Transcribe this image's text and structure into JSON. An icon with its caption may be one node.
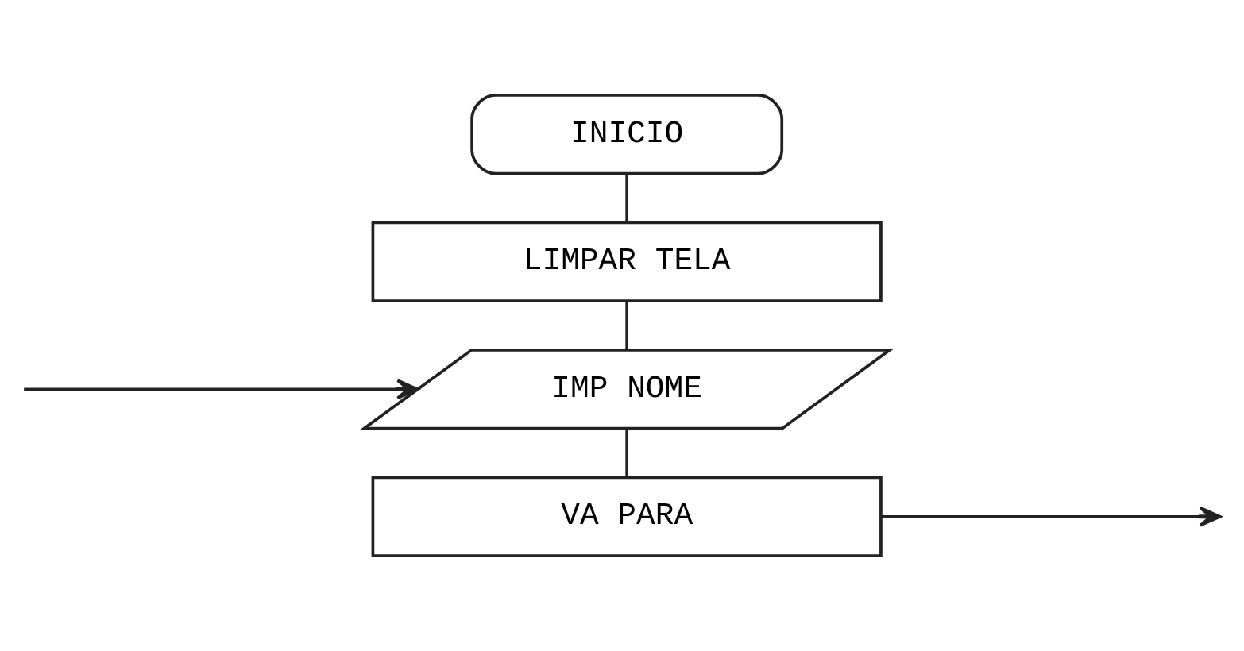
{
  "diagram": {
    "nodes": [
      {
        "text": [
          "INICIO"
        ]
      },
      {
        "text": [
          "LIMPAR TELA"
        ]
      },
      {
        "text": [
          "IMP NOME"
        ]
      },
      {
        "text": [
          "VA PARA"
        ]
      }
    ],
    "edges": [
      {
        "from": 0,
        "to": 1,
        "arrow": "none"
      },
      {
        "from": 1,
        "to": 2,
        "arrow": "none"
      },
      {
        "from": null,
        "to": 2,
        "arrow": "to"
      },
      {
        "from": 2,
        "to": 3,
        "arrow": "none"
      },
      {
        "from": 3,
        "to": null,
        "arrow": "to"
      }
    ]
  }
}
